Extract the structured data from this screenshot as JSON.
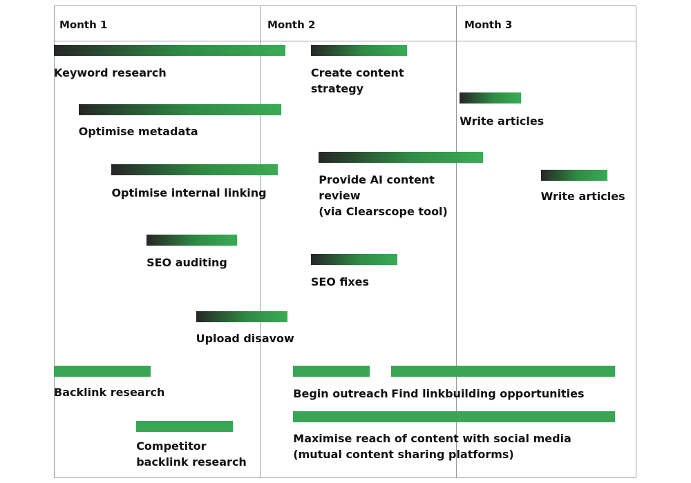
{
  "chart_data": {
    "type": "gantt",
    "columns": [
      "Month 1",
      "Month 2",
      "Month 3"
    ],
    "colors": {
      "gradient_start": "#262626",
      "gradient_end": "#3aab55",
      "solid": "#3aa655",
      "grid": "#9a9a9a"
    },
    "tasks": [
      {
        "label": "Keyword research",
        "start": 0.0,
        "end": 1.13,
        "style": "gradient"
      },
      {
        "label": "Create content\nstrategy",
        "start": 1.26,
        "end": 1.75,
        "style": "gradient"
      },
      {
        "label": "Optimise metadata",
        "start": 0.12,
        "end": 1.11,
        "style": "gradient"
      },
      {
        "label": "Write articles",
        "start": 2.02,
        "end": 2.36,
        "style": "gradient"
      },
      {
        "label": "Optimise internal linking",
        "start": 0.28,
        "end": 1.09,
        "style": "gradient"
      },
      {
        "label": "Provide AI content\nreview\n(via Clearscope tool)",
        "start": 1.3,
        "end": 2.15,
        "style": "gradient"
      },
      {
        "label": "Write articles",
        "start": 2.47,
        "end": 2.84,
        "style": "gradient"
      },
      {
        "label": "SEO auditing",
        "start": 0.45,
        "end": 0.89,
        "style": "gradient"
      },
      {
        "label": "SEO fixes",
        "start": 1.26,
        "end": 1.7,
        "style": "gradient"
      },
      {
        "label": "Upload disavow",
        "start": 0.69,
        "end": 1.14,
        "style": "gradient"
      },
      {
        "label": "Backlink research",
        "start": 0.0,
        "end": 0.47,
        "style": "solid"
      },
      {
        "label": "Begin outreach",
        "start": 1.17,
        "end": 1.56,
        "style": "solid"
      },
      {
        "label": "Find linkbuilding opportunities",
        "start": 1.67,
        "end": 2.88,
        "style": "solid"
      },
      {
        "label": "Competitor\nbacklink research",
        "start": 0.4,
        "end": 0.87,
        "style": "solid"
      },
      {
        "label": "Maximise reach of content with social media\n(mutual content sharing platforms)",
        "start": 1.17,
        "end": 2.88,
        "style": "solid"
      }
    ]
  }
}
